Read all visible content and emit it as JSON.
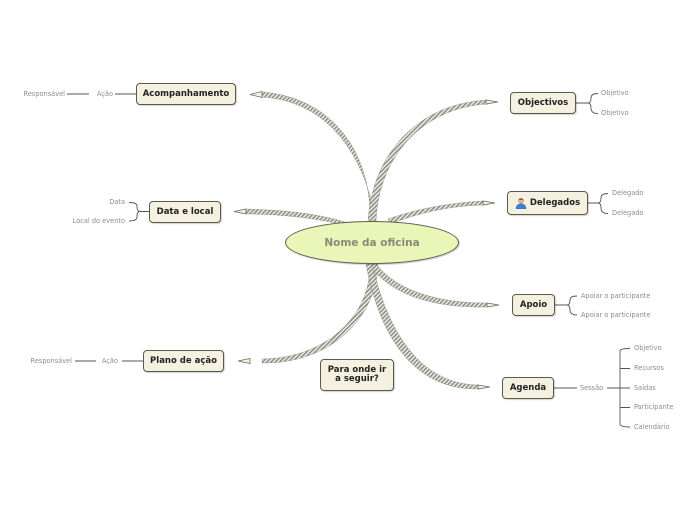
{
  "central": "Nome da oficina",
  "left": {
    "acompanhamento": {
      "label": "Acompanhamento",
      "acao": "Ação",
      "responsavel": "Responsável"
    },
    "data_local": {
      "label": "Data e local",
      "data": "Data",
      "local": "Local do evento"
    },
    "plano": {
      "label": "Plano de ação",
      "acao": "Ação",
      "responsavel": "Responsável"
    }
  },
  "right": {
    "objectivos": {
      "label": "Objectivos",
      "children": [
        "Objetivo",
        "Objetivo"
      ]
    },
    "delegados": {
      "label": "Delegados",
      "icon": "user-icon",
      "children": [
        "Delegado",
        "Delegado"
      ]
    },
    "apoio": {
      "label": "Apoio",
      "children": [
        "Apoiar o participante",
        "Apoiar o participante"
      ]
    },
    "agenda": {
      "label": "Agenda",
      "sessao": "Sessão",
      "children": [
        "Objetivo",
        "Recursos",
        "Saídas",
        "Participante",
        "Calendário"
      ]
    }
  },
  "floating": {
    "label": "Para onde ir a seguir?"
  },
  "colors": {
    "central_fill": "#eaf5b8",
    "node_fill": "#f4f1e1",
    "border": "#5a5a4c",
    "connector": "#9a9a90",
    "leaf_text": "#8c8c8c"
  }
}
